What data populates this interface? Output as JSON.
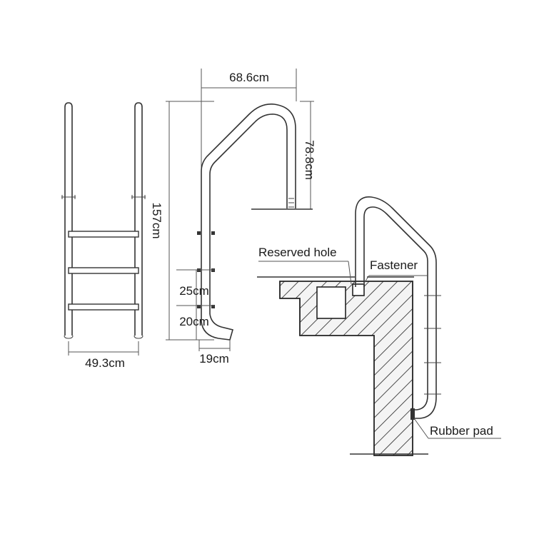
{
  "dimensions": {
    "width_top": "68.6cm",
    "rail_height": "78.8cm",
    "total_height": "157cm",
    "step_spacing": "25cm",
    "bottom_spacing": "20cm",
    "foot_offset": "19cm",
    "ladder_width": "49.3cm"
  },
  "callouts": {
    "reserved_hole": "Reserved hole",
    "fastener": "Fastener",
    "rubber_pad": "Rubber pad"
  }
}
